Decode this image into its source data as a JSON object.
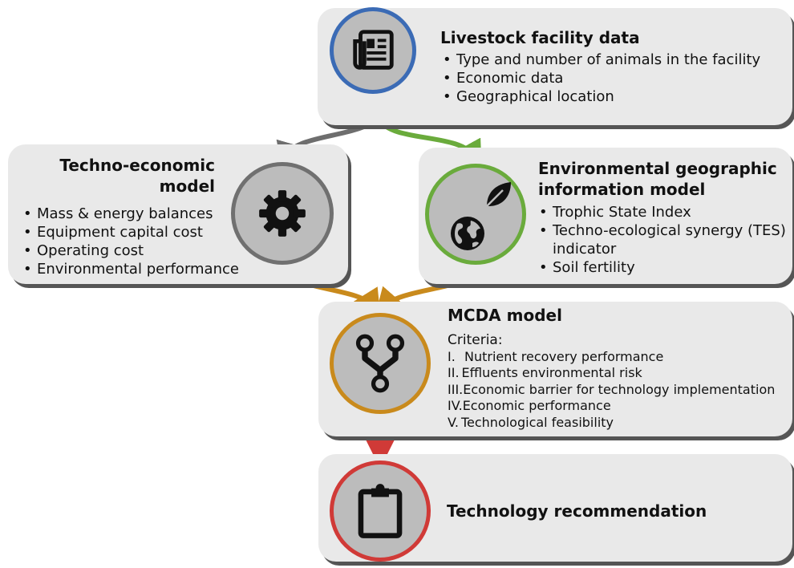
{
  "livestock": {
    "title": "Livestock facility data",
    "items": [
      "Type and number of animals in the facility",
      "Economic data",
      "Geographical location"
    ],
    "icon": "newspaper-icon",
    "ring_color": "#3b6bb5"
  },
  "techno": {
    "title_line1": "Techno-economic",
    "title_line2": "model",
    "items": [
      "Mass & energy balances",
      "Equipment capital cost",
      "Operating cost",
      "Environmental performance"
    ],
    "icon": "gear-icon",
    "ring_color": "#707070"
  },
  "environmental": {
    "title_line1": "Environmental geographic",
    "title_line2": "information model",
    "items": [
      "Trophic State Index",
      "Techno-ecological synergy (TES)",
      "Soil fertility"
    ],
    "item_continuation": "indicator",
    "icons": [
      "leaf-icon",
      "globe-icon"
    ],
    "ring_color": "#6aab3c"
  },
  "mcda": {
    "title": "MCDA model",
    "criteria_label": "Criteria:",
    "criteria": [
      {
        "num": "I.",
        "text": "Nutrient recovery performance"
      },
      {
        "num": "II.",
        "text": "Effluents environmental risk"
      },
      {
        "num": "III.",
        "text": "Economic barrier for technology implementation"
      },
      {
        "num": "IV.",
        "text": "Economic performance"
      },
      {
        "num": "V.",
        "text": "Technological feasibility"
      }
    ],
    "icon": "merge-icon",
    "ring_color": "#c98a1c"
  },
  "recommendation": {
    "title": "Technology recommendation",
    "icon": "clipboard-icon",
    "ring_color": "#d03a37"
  },
  "arrow_colors": {
    "grey": "#6e6e6e",
    "green": "#6aab3c",
    "orange": "#c98a1c",
    "red": "#d03a37"
  }
}
